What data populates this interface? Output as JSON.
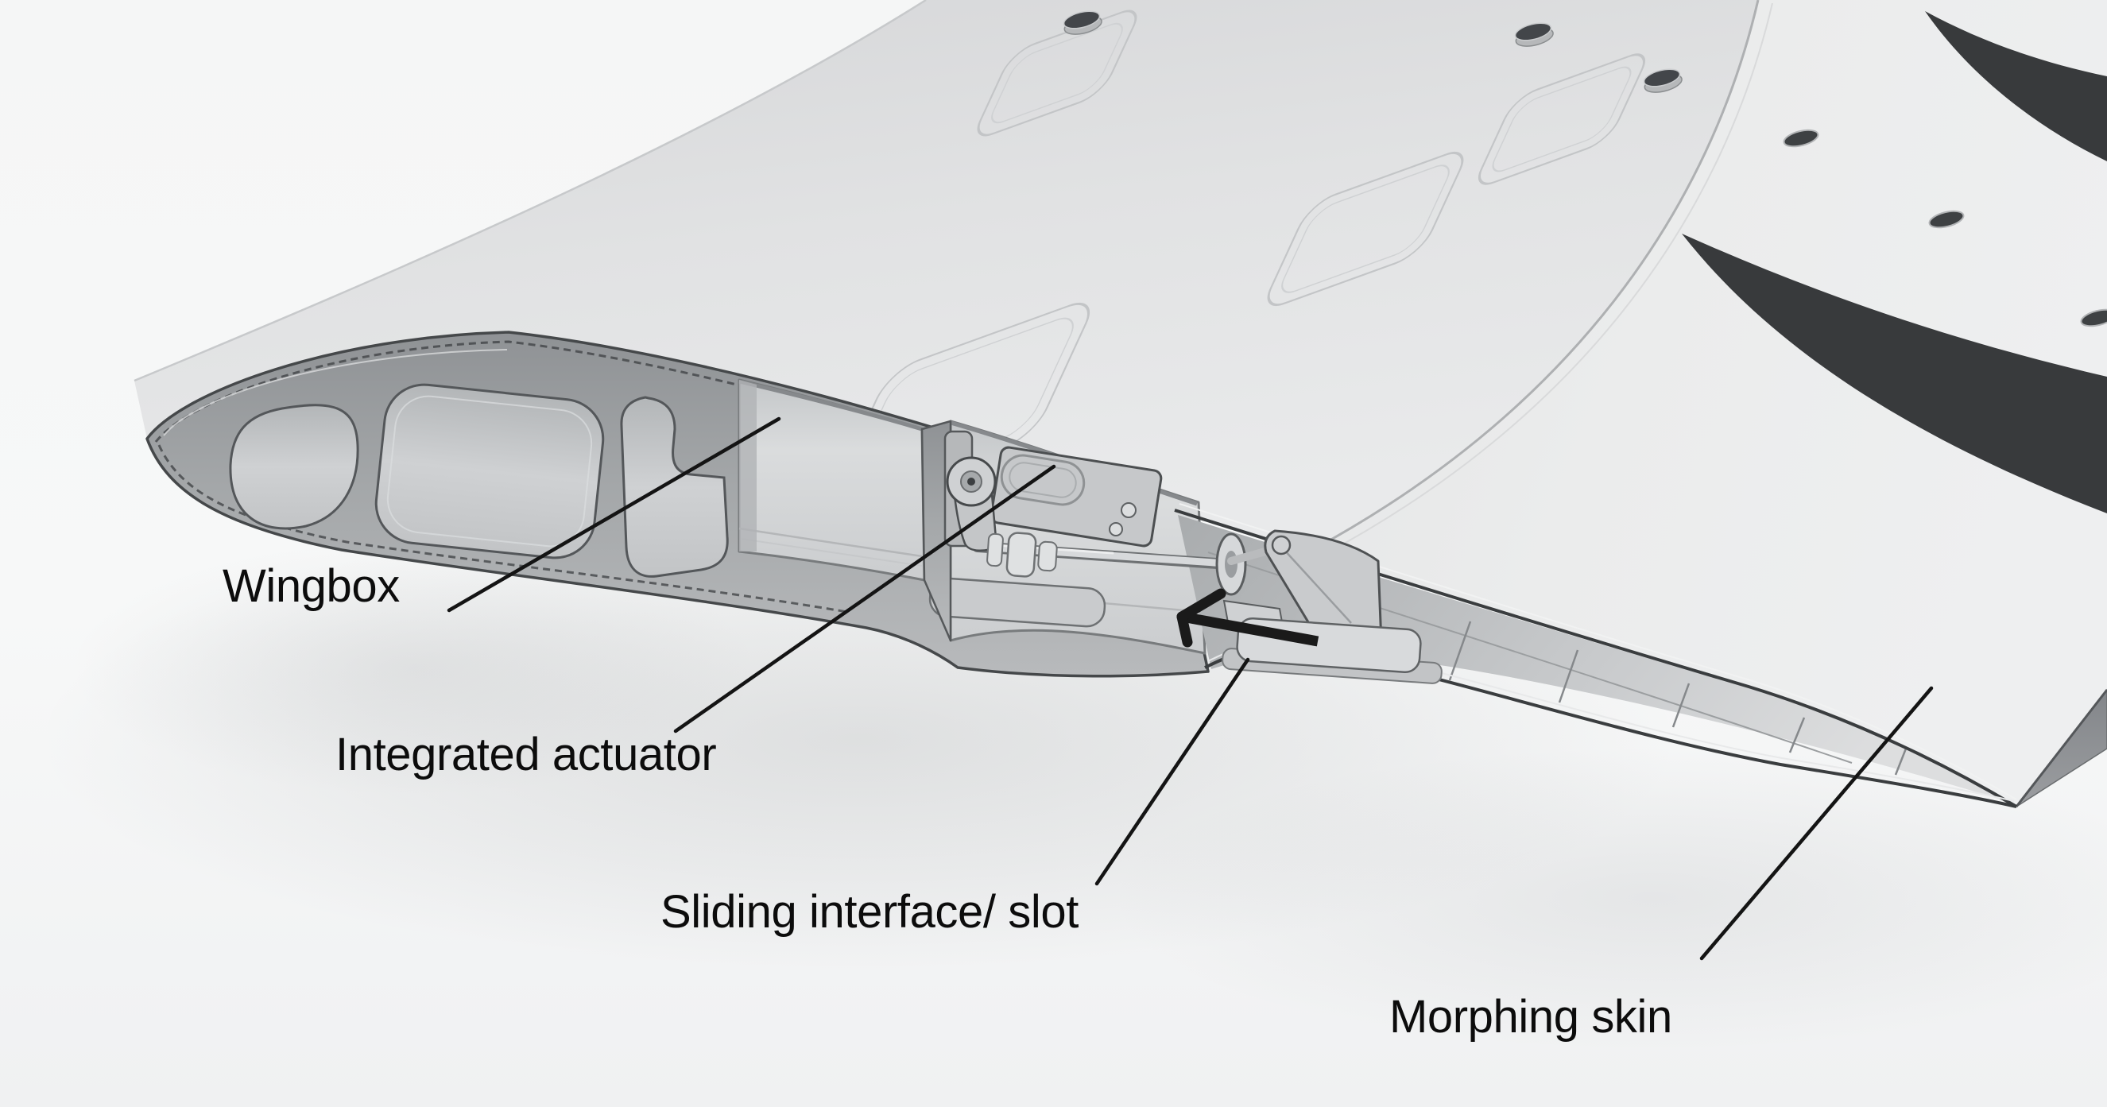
{
  "figure": {
    "type": "3d-cad-illustration",
    "subject": "Morphing wing cross-section with integrated actuation",
    "labels": [
      {
        "id": "wingbox",
        "text": "Wingbox"
      },
      {
        "id": "integrated_actuator",
        "text": "Integrated actuator"
      },
      {
        "id": "sliding_interface",
        "text": "Sliding interface/ slot"
      },
      {
        "id": "morphing_skin",
        "text": "Morphing skin"
      }
    ],
    "icons": [
      {
        "id": "slide-direction-arrow",
        "glyph": "left-arrow"
      }
    ],
    "colors": {
      "background": "#f6f7f7",
      "skin_top": "#e8e9ea",
      "cover_panel": "#dfe1e2",
      "rib_face": "#a0a3a5",
      "interior": "#d3d5d6",
      "dark_band": "#3a3c3e",
      "annotation": "#121212"
    }
  }
}
